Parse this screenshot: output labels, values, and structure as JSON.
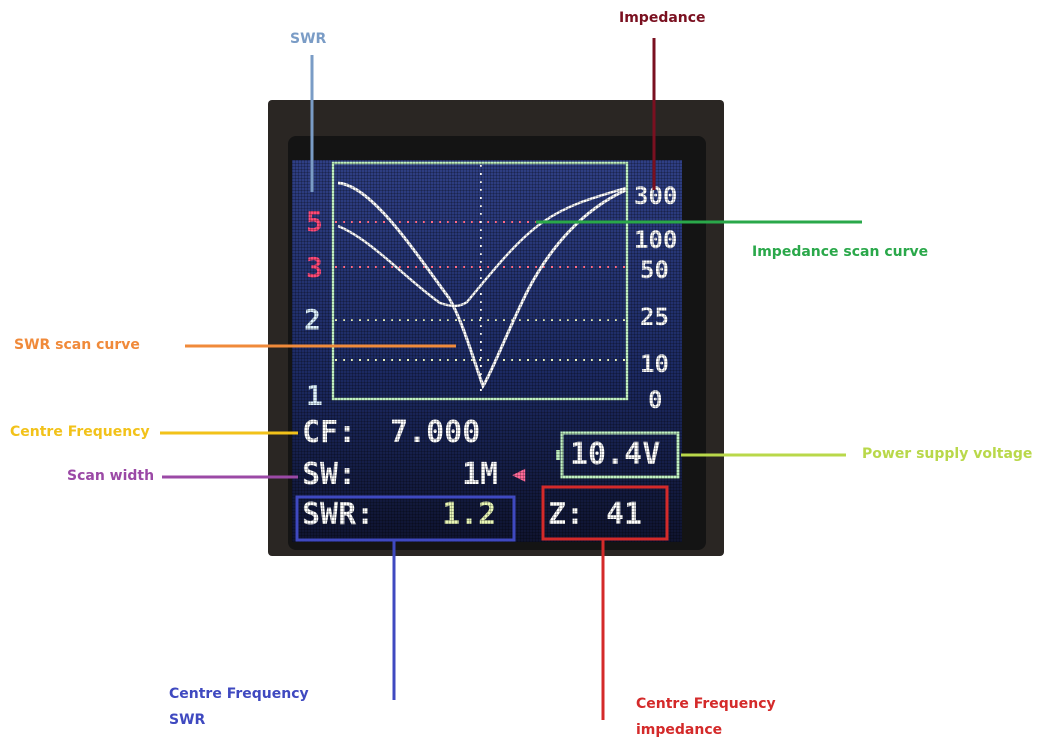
{
  "annotations": {
    "swr": {
      "label": "SWR",
      "color": "#7a9cc6"
    },
    "impedance": {
      "label": "Impedance",
      "color": "#7a1020"
    },
    "impedance_scan_curve": {
      "label": "Impedance scan curve",
      "color": "#2aa84a"
    },
    "swr_scan_curve": {
      "label": "SWR scan curve",
      "color": "#f08a3a"
    },
    "centre_frequency": {
      "label": "Centre Frequency",
      "color": "#f2c21a"
    },
    "scan_width": {
      "label": "Scan width",
      "color": "#9b49a6"
    },
    "power_supply_voltage": {
      "label": "Power supply voltage",
      "color": "#b9d84a"
    },
    "cf_swr": {
      "line1": "Centre Frequency",
      "line2": "SWR",
      "color": "#3f49c0"
    },
    "cf_impedance": {
      "line1": "Centre Frequency",
      "line2": "impedance",
      "color": "#d42a2a"
    }
  },
  "display": {
    "swr_ticks": [
      "5",
      "3",
      "2",
      "1"
    ],
    "impedance_ticks": [
      "300",
      "100",
      "50",
      "25",
      "10",
      "0"
    ],
    "cf_label": "CF:",
    "cf_value": "7.000",
    "sw_label": "SW:",
    "sw_value": "1M",
    "sw_arrow": "◀",
    "voltage": "10.4V",
    "swr_label": "SWR:",
    "swr_value": "1.2",
    "z_label": "Z:",
    "z_value": "41"
  }
}
